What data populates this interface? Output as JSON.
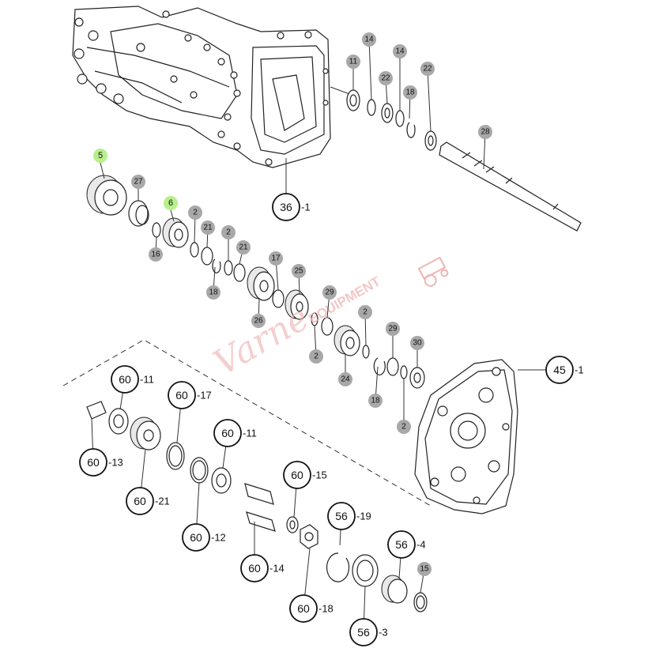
{
  "watermark": {
    "brand_script": "Varne",
    "brand_caps": "EQUIPMENT"
  },
  "green_badges": [
    {
      "label": "5"
    },
    {
      "label": "6"
    }
  ],
  "gray_badges": [
    {
      "label": "14"
    },
    {
      "label": "11"
    },
    {
      "label": "22"
    },
    {
      "label": "14"
    },
    {
      "label": "18"
    },
    {
      "label": "22"
    },
    {
      "label": "28"
    },
    {
      "label": "27"
    },
    {
      "label": "2"
    },
    {
      "label": "21"
    },
    {
      "label": "2"
    },
    {
      "label": "16"
    },
    {
      "label": "21"
    },
    {
      "label": "18"
    },
    {
      "label": "17"
    },
    {
      "label": "25"
    },
    {
      "label": "26"
    },
    {
      "label": "29"
    },
    {
      "label": "2"
    },
    {
      "label": "2"
    },
    {
      "label": "29"
    },
    {
      "label": "30"
    },
    {
      "label": "24"
    },
    {
      "label": "18"
    },
    {
      "label": "2"
    },
    {
      "label": "15"
    }
  ],
  "ref_labels": [
    {
      "num": "36",
      "suffix": "-1"
    },
    {
      "num": "45",
      "suffix": "-1"
    },
    {
      "num": "60",
      "suffix": "-11"
    },
    {
      "num": "60",
      "suffix": "-17"
    },
    {
      "num": "60",
      "suffix": "-11"
    },
    {
      "num": "60",
      "suffix": "-13"
    },
    {
      "num": "60",
      "suffix": "-21"
    },
    {
      "num": "60",
      "suffix": "-12"
    },
    {
      "num": "60",
      "suffix": "-15"
    },
    {
      "num": "60",
      "suffix": "-14"
    },
    {
      "num": "56",
      "suffix": "-19"
    },
    {
      "num": "56",
      "suffix": "-4"
    },
    {
      "num": "60",
      "suffix": "-18"
    },
    {
      "num": "56",
      "suffix": "-3"
    }
  ]
}
